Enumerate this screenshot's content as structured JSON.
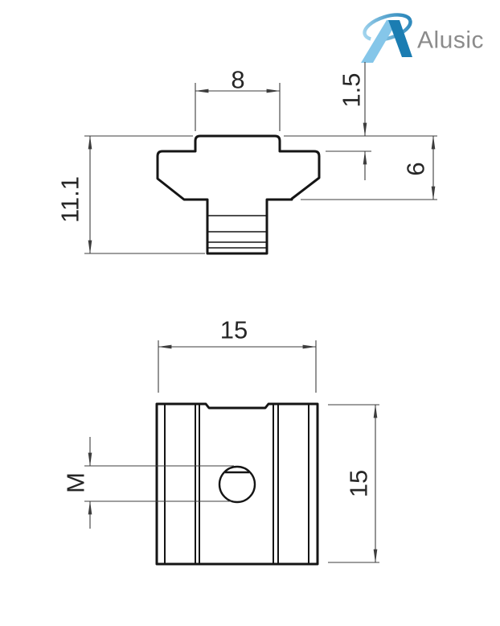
{
  "logo": {
    "brand": "Alusic",
    "colors": {
      "mark_light": "#85c6e9",
      "mark_dark": "#1b7db2",
      "ring_start": "#a9d9f1",
      "ring_end": "#2583b8",
      "text": "#8b8b8b"
    }
  },
  "drawing": {
    "line_colors": {
      "part_outline": "#151515",
      "dimension_lines": "#3d3d3d",
      "dimension_text": "#262626"
    },
    "front_view": {
      "dimensions": {
        "boss_width": "8",
        "boss_height": "1.5",
        "body_height": "6",
        "total_height": "11.1"
      }
    },
    "plan_view": {
      "dimensions": {
        "width": "15",
        "length": "15",
        "thread_size": "M"
      }
    }
  }
}
